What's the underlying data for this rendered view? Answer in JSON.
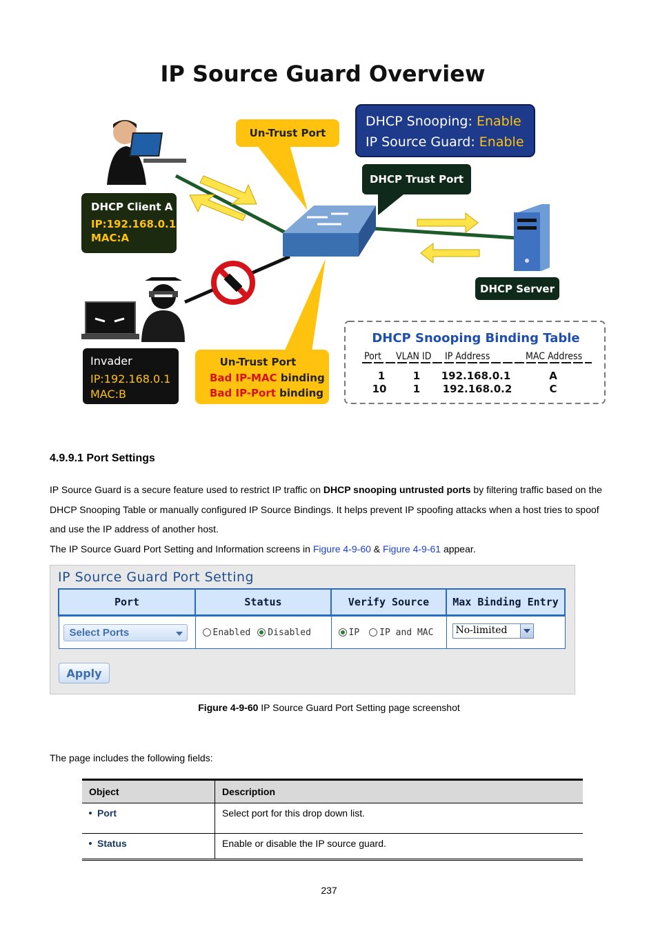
{
  "diagram": {
    "title": "IP Source Guard Overview",
    "status_box": {
      "line1_label": "DHCP Snooping:",
      "line1_value": "Enable",
      "line2_label": "IP Source Guard:",
      "line2_value": "Enable"
    },
    "untrust_port_top": "Un-Trust Port",
    "dhcp_trust_port": "DHCP Trust Port",
    "client_box": {
      "name": "DHCP Client A",
      "ip": "IP:192.168.0.1",
      "mac": "MAC:A"
    },
    "server_label": "DHCP Server",
    "invader_box": {
      "name": "Invader",
      "ip": "IP:192.168.0.1",
      "mac": "MAC:B"
    },
    "untrust_port_bottom": {
      "title": "Un-Trust Port",
      "line1_red": "Bad IP-MAC",
      "line1_black": "binding",
      "line2_red": "Bad IP-Port",
      "line2_black": "binding"
    },
    "binding_table": {
      "title": "DHCP Snooping Binding Table",
      "headers": [
        "Port",
        "VLAN ID",
        "IP Address",
        "MAC Address"
      ],
      "rows": [
        [
          "1",
          "1",
          "192.168.0.1",
          "A"
        ],
        [
          "10",
          "1",
          "192.168.0.2",
          "C"
        ]
      ]
    },
    "colors": {
      "accent_yellow": "#ffc20e",
      "box_dark": "#1c2a10",
      "status_blue": "#1e3a8a",
      "trust_dark": "#0f2a1a"
    }
  },
  "section": {
    "heading": "4.9.9.1 Port Settings"
  },
  "intro": {
    "p1_before": "IP Source Guard is a secure feature used to restrict IP traffic on ",
    "p1_bold": "DHCP snooping untrusted ports",
    "p1_after": " by filtering traffic based on the DHCP Snooping Table or manually configured IP Source Bindings. It helps prevent IP spoofing attacks when a host tries to spoof and use the IP address of another host.",
    "p2_before": "The IP Source Guard Port Setting and Information screens in ",
    "p2_link1": "Figure 4-9-60",
    "p2_mid": " & ",
    "p2_link2": "Figure 4-9-61",
    "p2_after": " appear."
  },
  "setting": {
    "title": "IP Source Guard Port Setting",
    "headers": {
      "port": "Port",
      "status": "Status",
      "verify": "Verify Source",
      "max": "Max Binding Entry"
    },
    "port_select": "Select Ports",
    "status_options": {
      "enabled": "Enabled",
      "disabled": "Disabled",
      "selected": "disabled"
    },
    "verify_options": {
      "ip": "IP",
      "ip_mac": "IP and MAC",
      "selected": "ip"
    },
    "max_value": "No-limited",
    "apply": "Apply"
  },
  "caption": {
    "bold": "Figure 4-9-60",
    "text": " IP Source Guard Port Setting page screenshot"
  },
  "fields_intro": "The page includes the following fields:",
  "fields": {
    "headers": {
      "object": "Object",
      "description": "Description"
    },
    "rows": [
      {
        "object": "Port",
        "description": "Select port for this drop down list."
      },
      {
        "object": "Status",
        "description": "Enable or disable the IP source guard."
      }
    ]
  },
  "page_number": "237"
}
